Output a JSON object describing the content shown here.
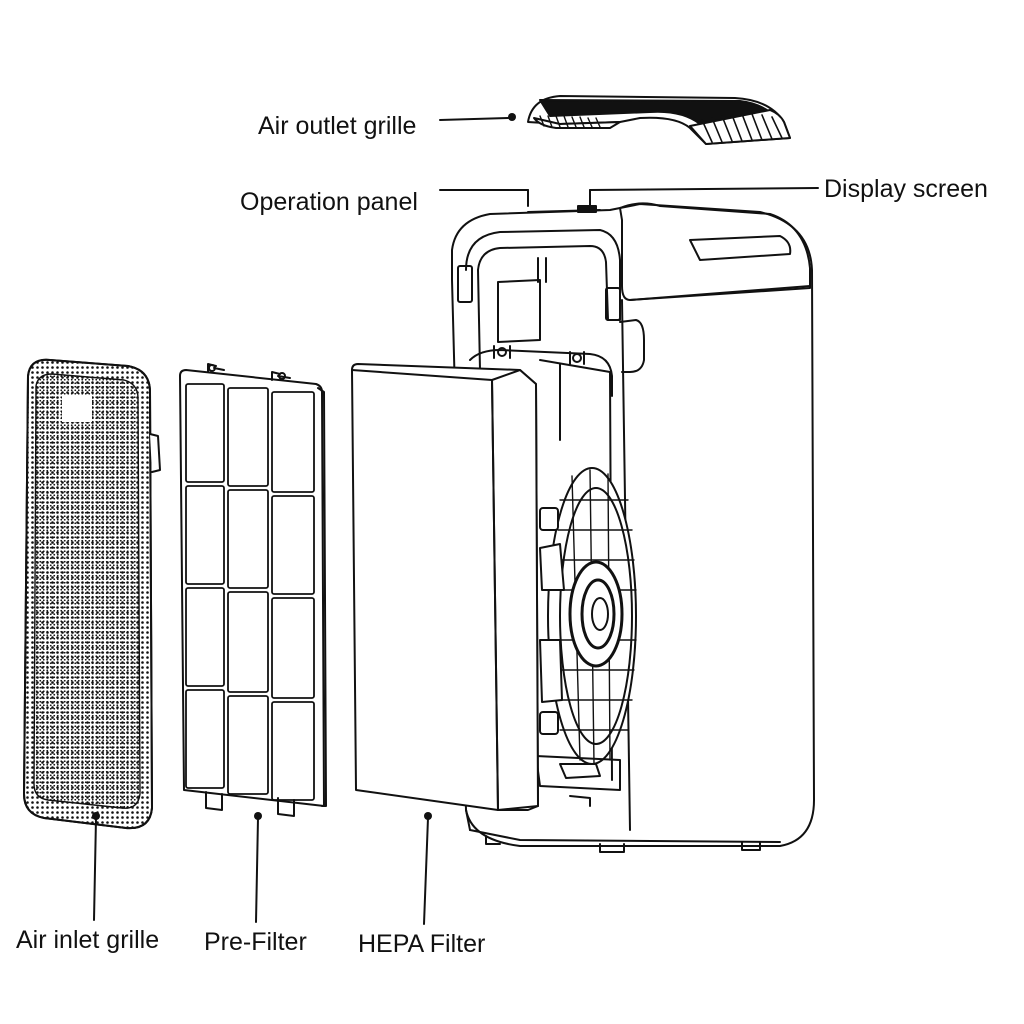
{
  "labels": {
    "air_outlet_grille": "Air outlet grille",
    "operation_panel": "Operation panel",
    "display_screen": "Display screen",
    "air_inlet_grille": "Air inlet grille",
    "pre_filter": "Pre-Filter",
    "hepa_filter": "HEPA Filter"
  },
  "colors": {
    "line": "#111111",
    "background": "#ffffff"
  }
}
